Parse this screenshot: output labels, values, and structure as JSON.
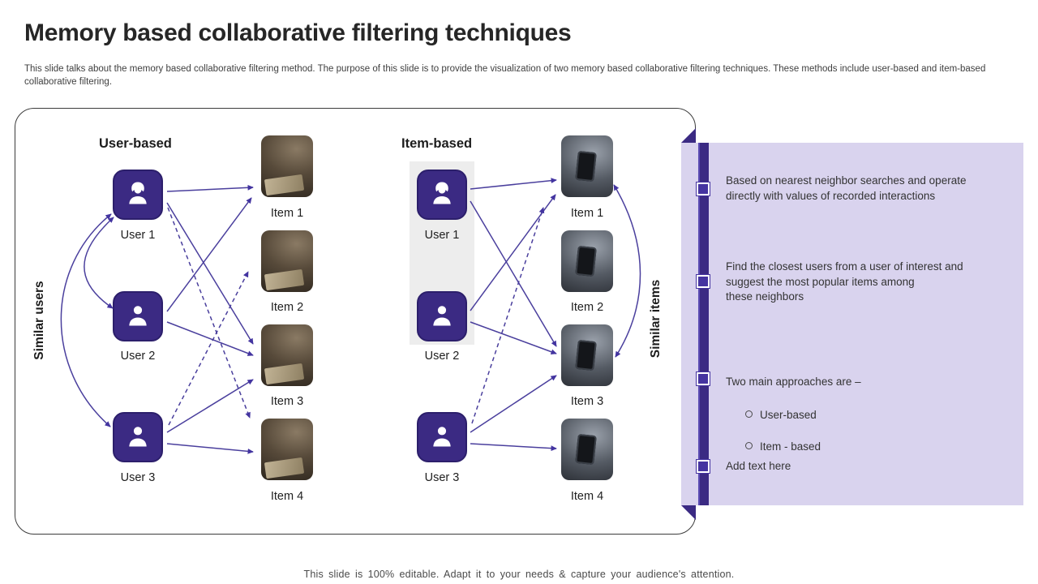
{
  "title": "Memory based collaborative filtering techniques",
  "description": "This slide talks about the memory based collaborative filtering method. The purpose of this slide is to provide the visualization of two memory based collaborative filtering techniques. These methods include user-based and item-based collaborative filtering.",
  "footer": "This slide is 100% editable. Adapt it to your needs & capture your audience's attention.",
  "user_based": {
    "heading": "User-based",
    "axis_label": "Similar users",
    "users": [
      "User 1",
      "User 2",
      "User 3"
    ],
    "items": [
      "Item 1",
      "Item 2",
      "Item 3",
      "Item 4"
    ]
  },
  "item_based": {
    "heading": "Item-based",
    "axis_label": "Similar items",
    "users": [
      "User 1",
      "User 2",
      "User 3"
    ],
    "items": [
      "Item 1",
      "Item 2",
      "Item 3",
      "Item 4"
    ]
  },
  "notes": [
    {
      "text": "Based on nearest neighbor searches and operate\ndirectly with values of recorded interactions"
    },
    {
      "text": "Find the closest users from a user of interest and\nsuggest the most popular items among\nthese neighbors"
    },
    {
      "text": "Two main approaches are –",
      "bullets": [
        "User-based",
        "Item - based"
      ]
    },
    {
      "text": "Add text here"
    }
  ],
  "icons": {
    "female_user": "female-user-silhouette",
    "male_user": "male-user-silhouette"
  },
  "colors": {
    "accent_purple": "#3b2a83",
    "node_purple": "#4534a0",
    "panel_lavender": "#d9d3ee",
    "arrow_purple": "#4a3f9d",
    "highlight_gray": "#ededed"
  }
}
